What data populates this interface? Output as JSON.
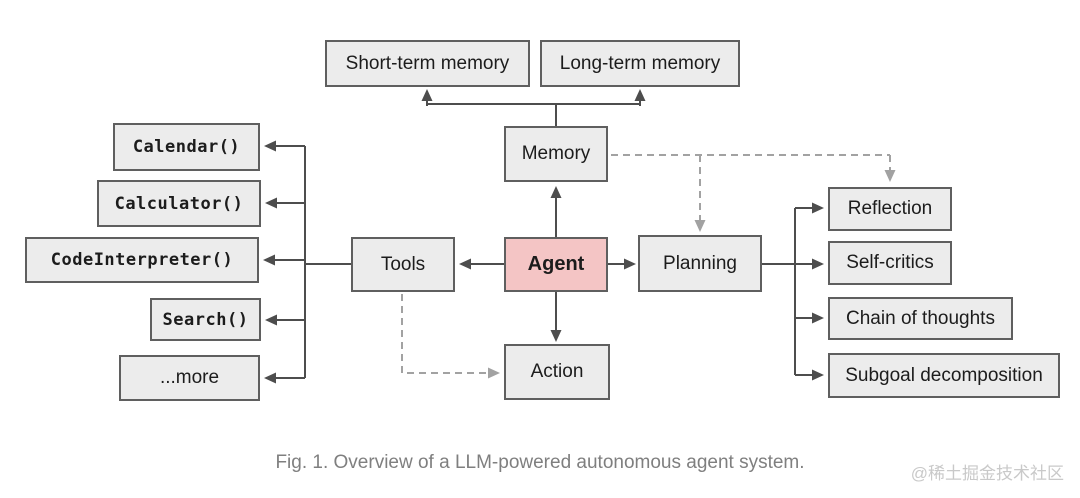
{
  "figure": {
    "caption": "Fig. 1. Overview of a LLM-powered autonomous agent system.",
    "watermark": "@稀土掘金技术社区"
  },
  "nodes": {
    "agent": {
      "label": "Agent"
    },
    "memory": {
      "label": "Memory"
    },
    "tools": {
      "label": "Tools"
    },
    "planning": {
      "label": "Planning"
    },
    "action": {
      "label": "Action"
    },
    "short_term_memory": {
      "label": "Short-term memory"
    },
    "long_term_memory": {
      "label": "Long-term memory"
    },
    "calendar": {
      "label": "Calendar()"
    },
    "calculator": {
      "label": "Calculator()"
    },
    "code_interpreter": {
      "label": "CodeInterpreter()"
    },
    "search": {
      "label": "Search()"
    },
    "more": {
      "label": "...more"
    },
    "reflection": {
      "label": "Reflection"
    },
    "self_critics": {
      "label": "Self-critics"
    },
    "chain_of_thoughts": {
      "label": "Chain of thoughts"
    },
    "subgoal_decomposition": {
      "label": "Subgoal decomposition"
    }
  },
  "edges": {
    "solid": [
      {
        "from": "memory",
        "to": "short_term_memory"
      },
      {
        "from": "memory",
        "to": "long_term_memory"
      },
      {
        "from": "agent",
        "to": "memory"
      },
      {
        "from": "agent",
        "to": "tools"
      },
      {
        "from": "agent",
        "to": "planning"
      },
      {
        "from": "agent",
        "to": "action"
      },
      {
        "from": "tools",
        "to": "calendar"
      },
      {
        "from": "tools",
        "to": "calculator"
      },
      {
        "from": "tools",
        "to": "code_interpreter"
      },
      {
        "from": "tools",
        "to": "search"
      },
      {
        "from": "tools",
        "to": "more"
      },
      {
        "from": "planning",
        "to": "reflection"
      },
      {
        "from": "planning",
        "to": "self_critics"
      },
      {
        "from": "planning",
        "to": "chain_of_thoughts"
      },
      {
        "from": "planning",
        "to": "subgoal_decomposition"
      }
    ],
    "dashed": [
      {
        "from": "memory",
        "to": "planning"
      },
      {
        "from": "memory",
        "to": "reflection"
      },
      {
        "from": "tools",
        "to": "action"
      }
    ]
  },
  "colors": {
    "node_fill": "#ececec",
    "node_border": "#5f5f5f",
    "agent_fill": "#f4c5c5",
    "line": "#4d4d4d",
    "dashed_line": "#a2a2a2",
    "caption_text": "#7f7f7f",
    "watermark_text": "#c9c9c9"
  }
}
